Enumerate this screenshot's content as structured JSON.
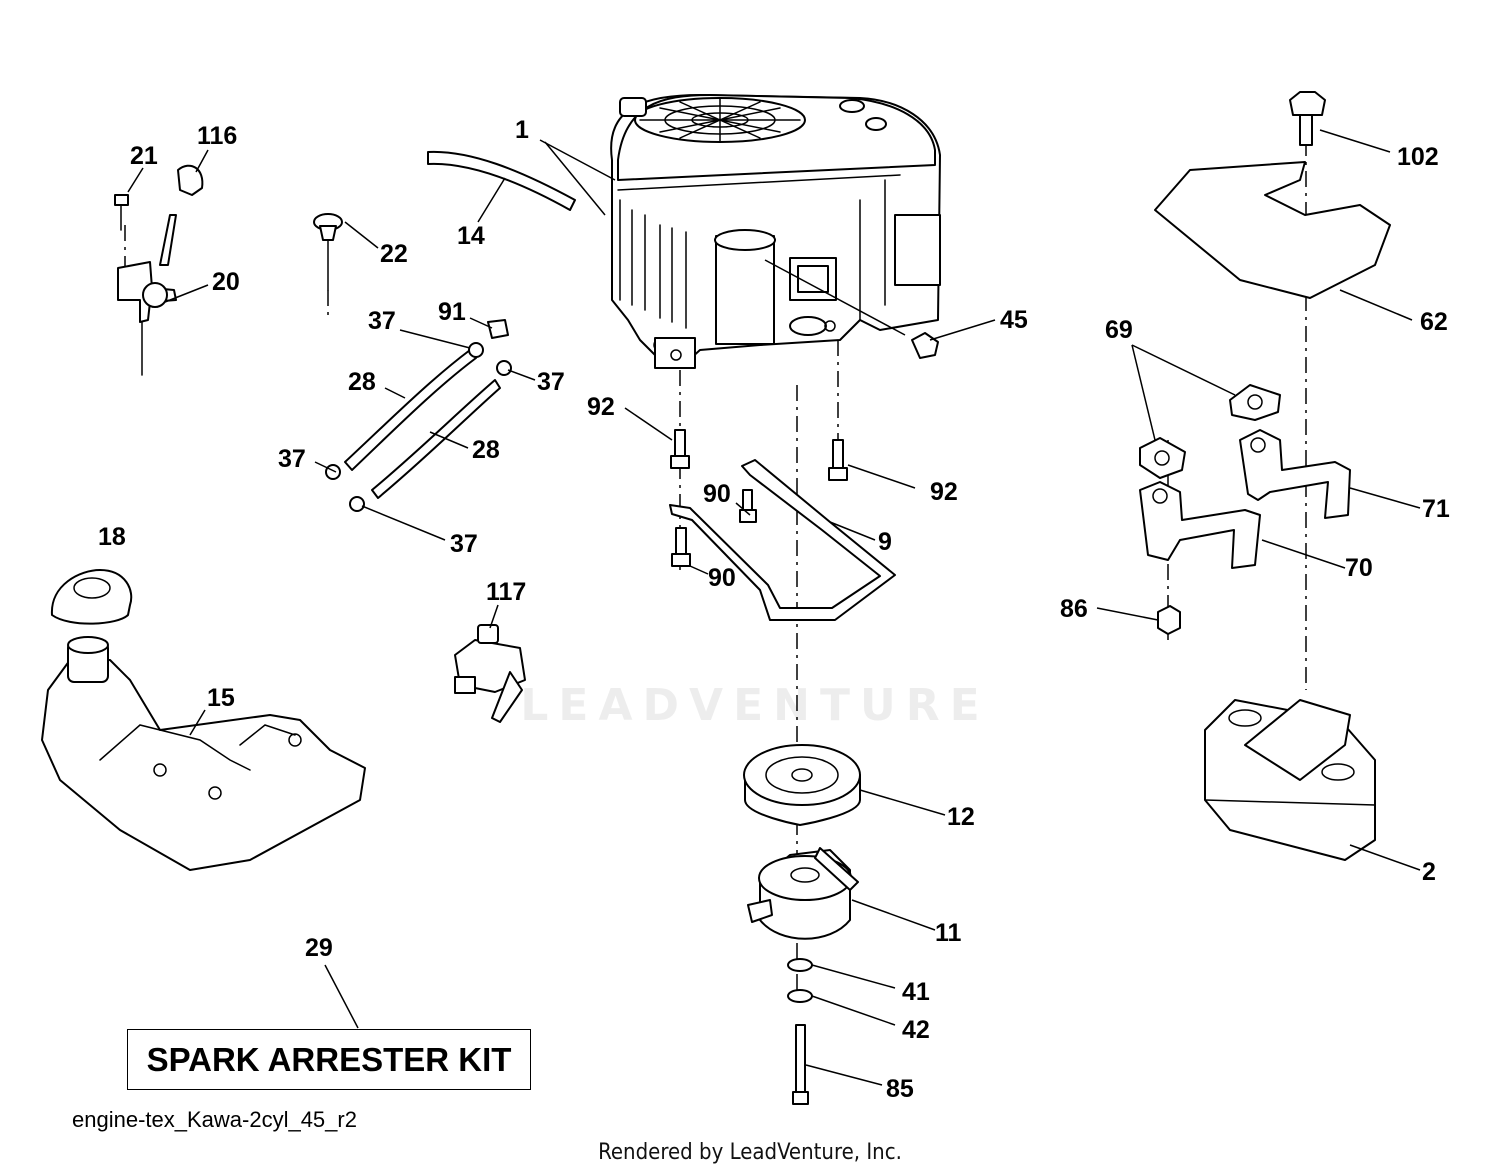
{
  "diagram": {
    "callouts": [
      {
        "id": "c1",
        "label": "1"
      },
      {
        "id": "c14",
        "label": "14"
      },
      {
        "id": "c116",
        "label": "116"
      },
      {
        "id": "c21",
        "label": "21"
      },
      {
        "id": "c20",
        "label": "20"
      },
      {
        "id": "c22",
        "label": "22"
      },
      {
        "id": "c45",
        "label": "45"
      },
      {
        "id": "c102",
        "label": "102"
      },
      {
        "id": "c62",
        "label": "62"
      },
      {
        "id": "c69",
        "label": "69"
      },
      {
        "id": "c37a",
        "label": "37"
      },
      {
        "id": "c91",
        "label": "91"
      },
      {
        "id": "c37b",
        "label": "37"
      },
      {
        "id": "c28a",
        "label": "28"
      },
      {
        "id": "c28b",
        "label": "28"
      },
      {
        "id": "c37c",
        "label": "37"
      },
      {
        "id": "c37d",
        "label": "37"
      },
      {
        "id": "c92a",
        "label": "92"
      },
      {
        "id": "c92b",
        "label": "92"
      },
      {
        "id": "c90a",
        "label": "90"
      },
      {
        "id": "c90b",
        "label": "90"
      },
      {
        "id": "c9",
        "label": "9"
      },
      {
        "id": "c71",
        "label": "71"
      },
      {
        "id": "c70",
        "label": "70"
      },
      {
        "id": "c86",
        "label": "86"
      },
      {
        "id": "c18",
        "label": "18"
      },
      {
        "id": "c117",
        "label": "117"
      },
      {
        "id": "c15",
        "label": "15"
      },
      {
        "id": "c12",
        "label": "12"
      },
      {
        "id": "c2",
        "label": "2"
      },
      {
        "id": "c11",
        "label": "11"
      },
      {
        "id": "c29",
        "label": "29"
      },
      {
        "id": "c41",
        "label": "41"
      },
      {
        "id": "c42",
        "label": "42"
      },
      {
        "id": "c85",
        "label": "85"
      }
    ],
    "kit_label": "SPARK ARRESTER KIT",
    "reference": "engine-tex_Kawa-2cyl_45_r2",
    "footer": "Rendered by LeadVenture, Inc.",
    "watermark": "LEADVENTURE"
  }
}
